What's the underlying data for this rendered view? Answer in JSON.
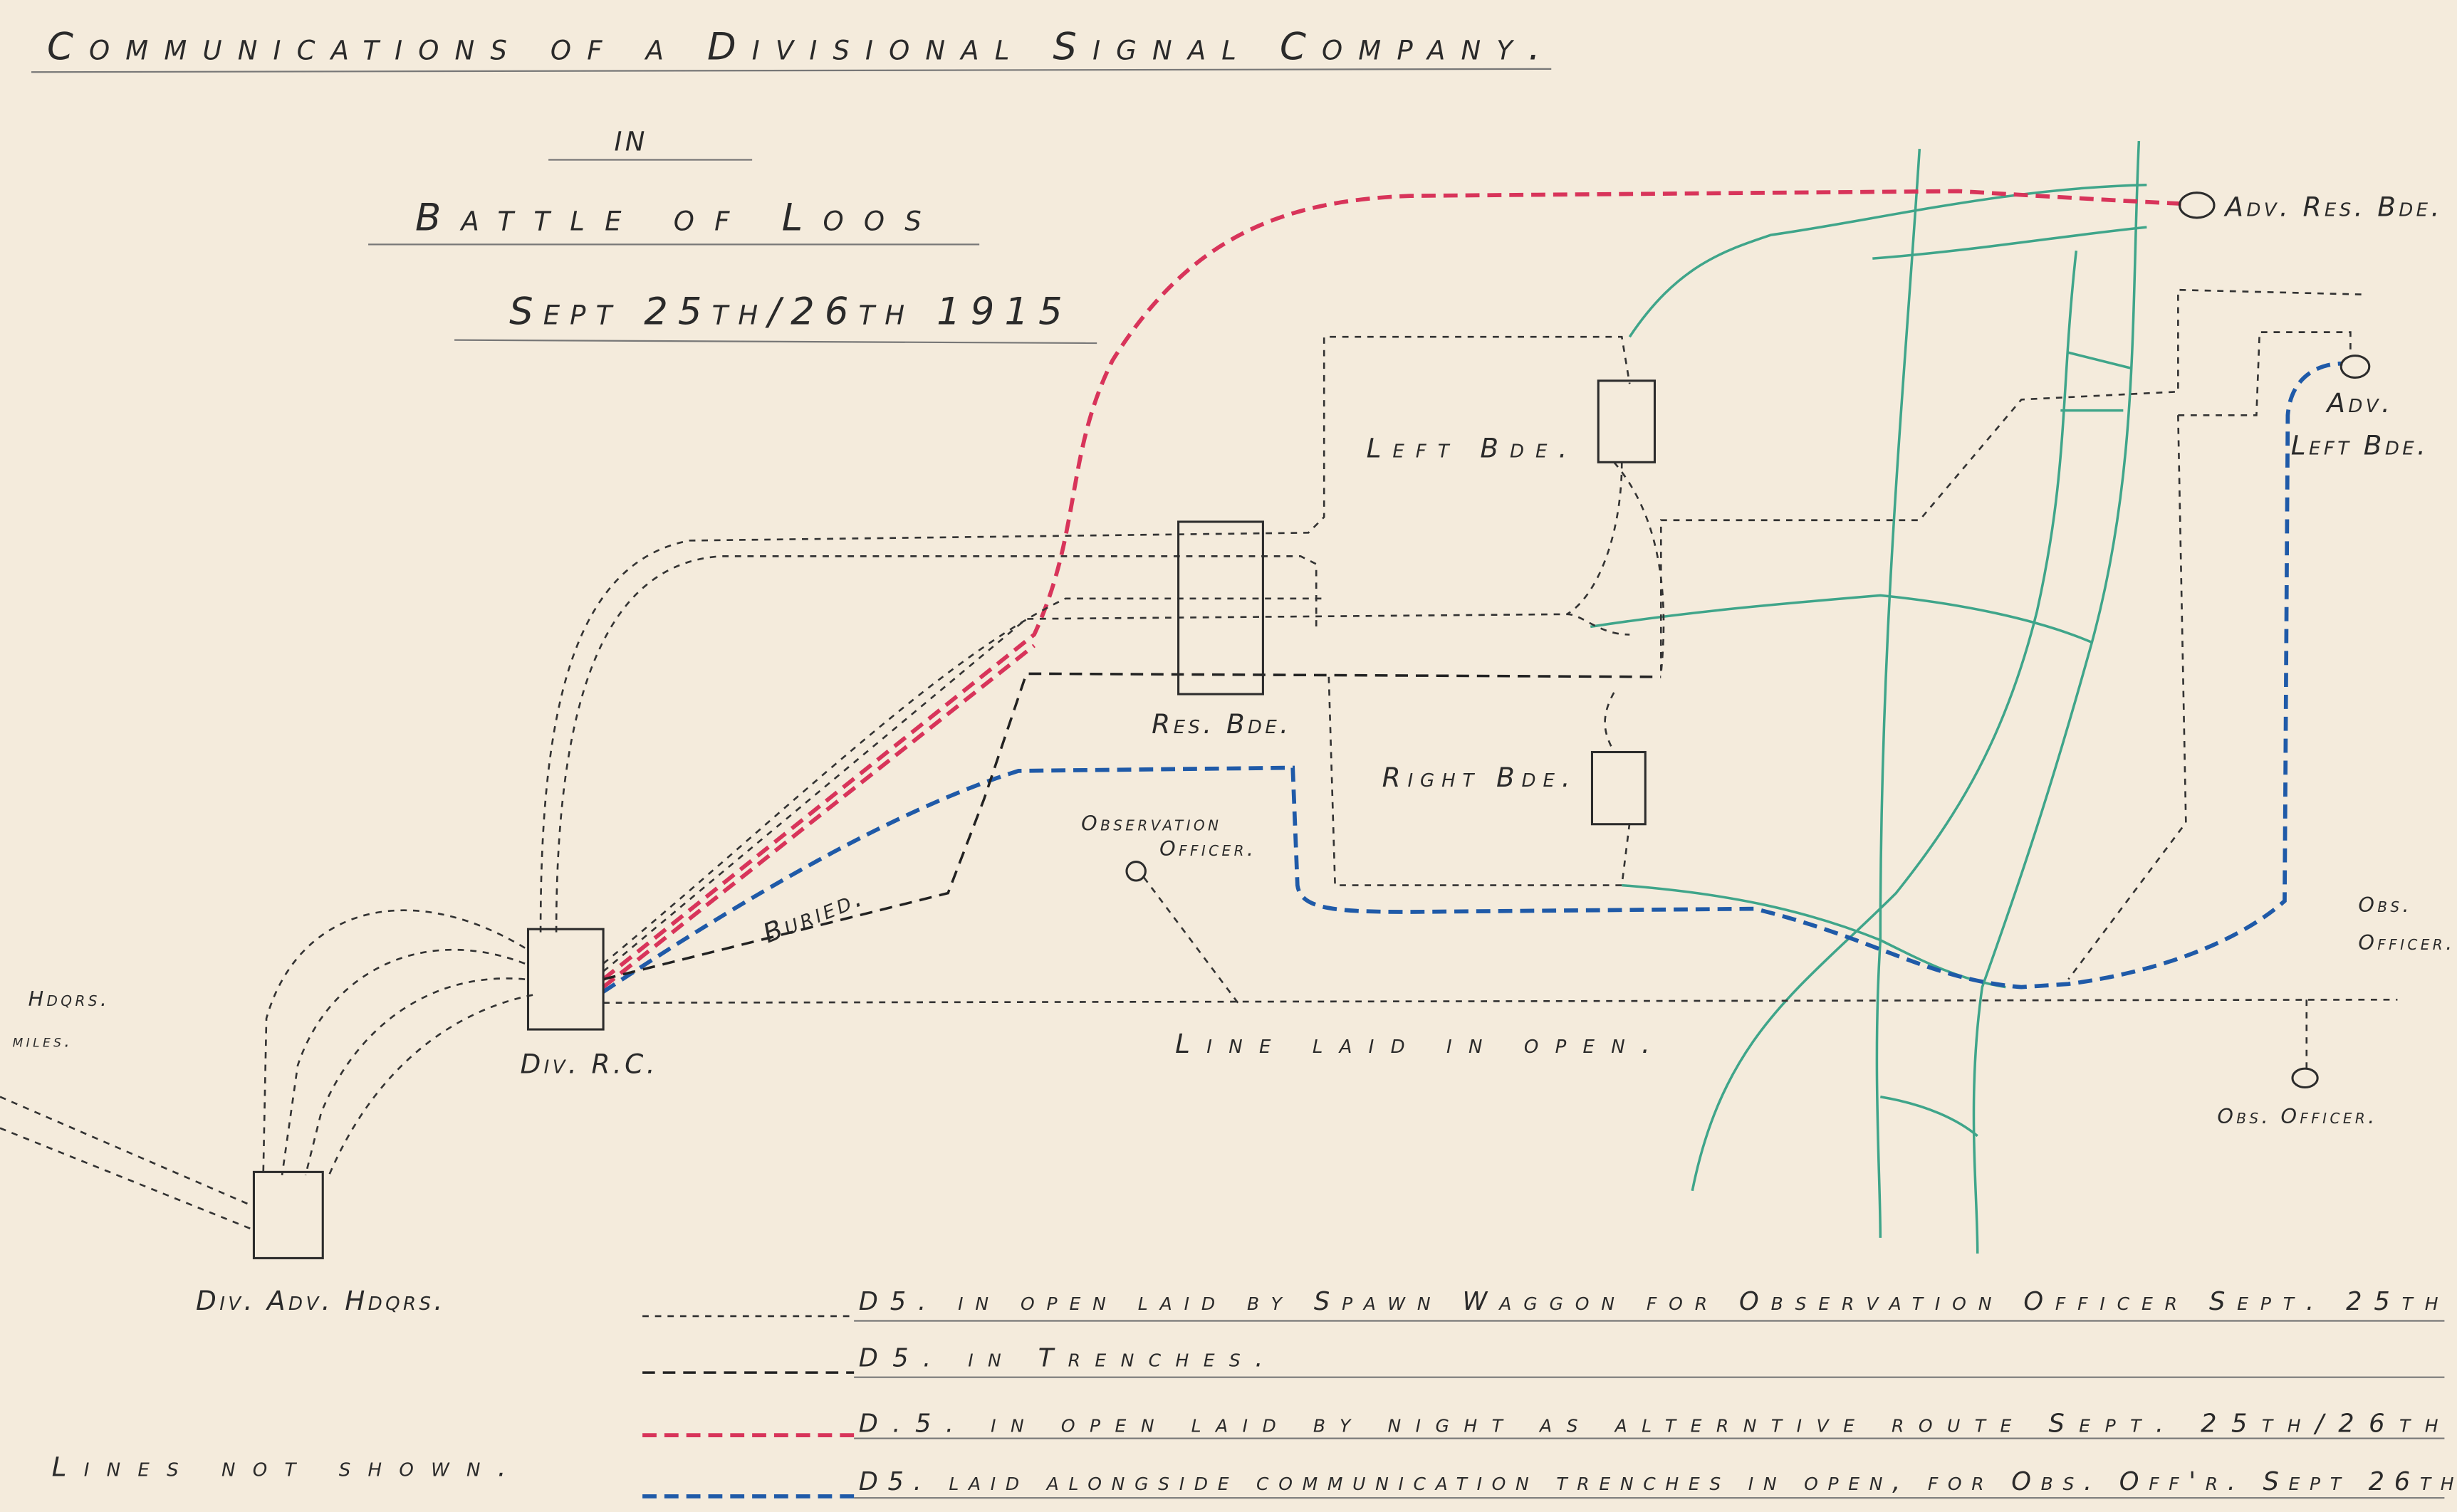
{
  "title": {
    "line1": "Communications of a Divisional Signal Company.",
    "line2": "in",
    "line3": "Battle of Loos",
    "line4": "Sept 25th/26th 1915"
  },
  "labels": {
    "adv_res_bde": "Adv. Res. Bde.",
    "adv_left_bde_1": "Adv.",
    "adv_left_bde_2": "Left Bde.",
    "left_bde": "Left Bde.",
    "right_bde": "Right Bde.",
    "res_bde": "Res. Bde.",
    "observation_officer_1": "Observation",
    "observation_officer_2": "Officer.",
    "buried": "Buried.",
    "obs_officer_right_1": "Obs.",
    "obs_officer_right_2": "Officer.",
    "obs_officer_bottom": "Obs. Officer.",
    "hdqrs": "Hdqrs.",
    "miles": "miles.",
    "div_rc": "Div. R.C.",
    "div_adv_hdqrs": "Div. Adv. Hdqrs.",
    "line_laid_in_open": "Line laid in open.",
    "lines_not_shown": "Lines not shown."
  },
  "legend": [
    {
      "style": "open",
      "color": "#333333",
      "text": "D5. in open laid by Spawn Waggon for Observation Officer Sept. 25th"
    },
    {
      "style": "trenches",
      "color": "#222222",
      "text": "D5. in Trenches."
    },
    {
      "style": "red",
      "color": "#d8345a",
      "text": "D.5. in open laid by night as alterntive route Sept. 25th/26th"
    },
    {
      "style": "blue",
      "color": "#1f5aa8",
      "text": "D5. laid alongside communication trenches in open, for Obs. Off'r. Sept 26th"
    }
  ],
  "colors": {
    "paper": "#f4ebdc",
    "trench": "#3fa58a",
    "red_line": "#d8345a",
    "blue_line": "#1f5aa8"
  }
}
